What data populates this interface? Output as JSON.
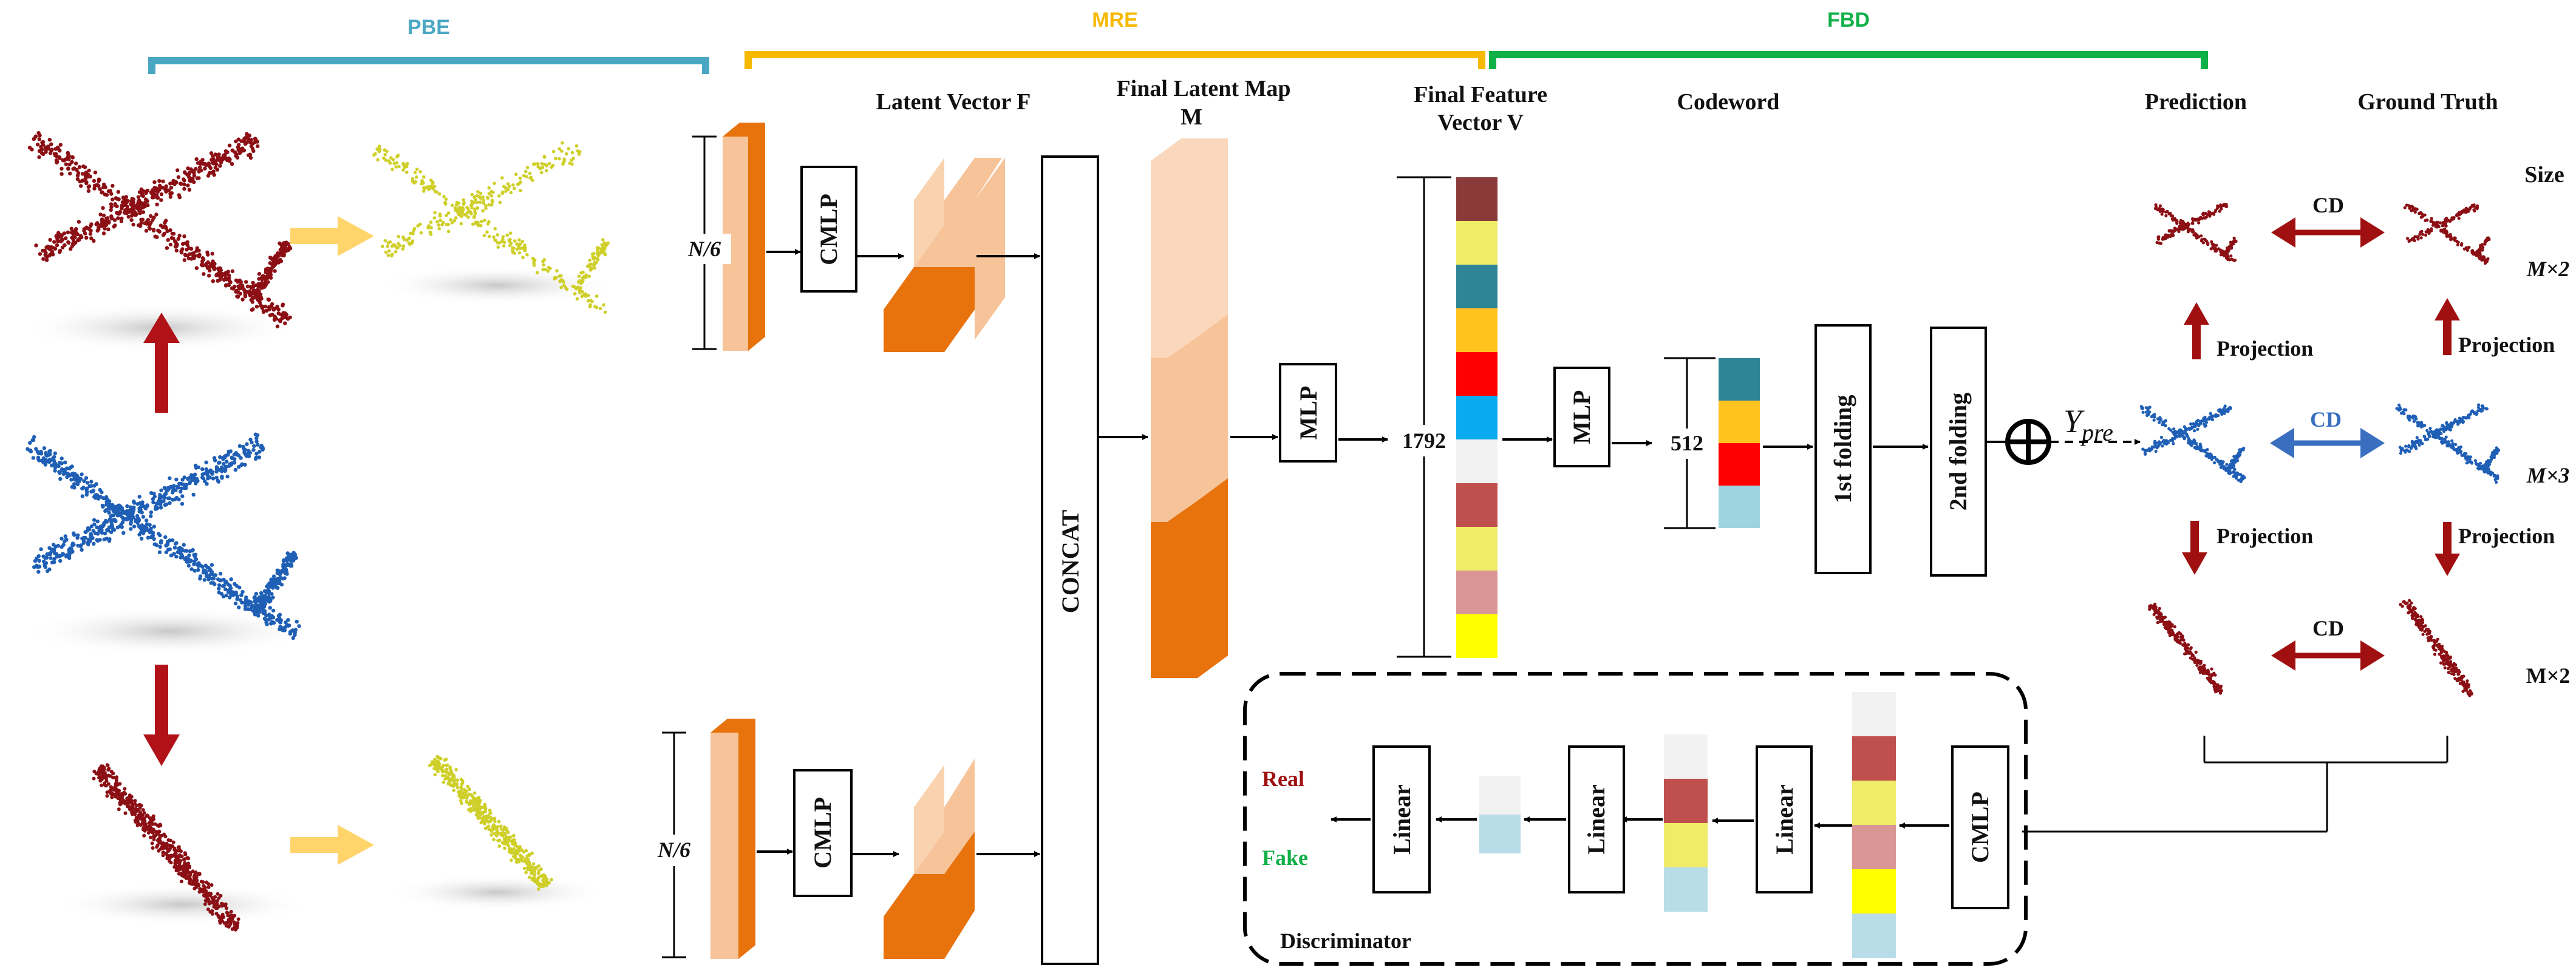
{
  "sections": {
    "pbe": {
      "label": "PBE",
      "color": "#4aa7c4"
    },
    "mre": {
      "label": "MRE",
      "color": "#f6b900"
    },
    "fbd": {
      "label": "FBD",
      "color": "#10b048"
    }
  },
  "headers": {
    "latent_vector": "Latent Vector F",
    "final_latent_map_1": "Final Latent Map",
    "final_latent_map_2": "M",
    "final_feature_1": "Final Feature",
    "final_feature_2": "Vector V",
    "codeword": "Codeword",
    "prediction": "Prediction",
    "ground_truth": "Ground Truth",
    "size": "Size"
  },
  "blocks": {
    "cmlp_top": "CMLP",
    "cmlp_bottom": "CMLP",
    "concat": "CONCAT",
    "mlp1": "MLP",
    "mlp2": "MLP",
    "folding1": "1st folding",
    "folding2": "2nd folding",
    "cmlp_disc": "CMLP",
    "linear1": "Linear",
    "linear2": "Linear",
    "linear3": "Linear"
  },
  "dims": {
    "n6_top": "N/6",
    "n6_bottom": "N/6",
    "d1792": "1792",
    "d512": "512"
  },
  "scale_labels": {
    "top": "M×2",
    "middle": "M×3",
    "bottom": "M×2"
  },
  "y_pre": {
    "base": "Y",
    "sub": "pre"
  },
  "projection_labels": [
    "Projection",
    "Projection",
    "Projection",
    "Projection"
  ],
  "cd_labels": [
    "CD",
    "CD",
    "CD"
  ],
  "discriminator": {
    "title": "Discriminator",
    "real": "Real",
    "fake": "Fake"
  },
  "colors": {
    "dark_red": "#8b0f14",
    "arrow_red": "#b01218",
    "blue": "#1f5fb5",
    "arrow_blue": "#3a6fc0",
    "yellow_green": "#cfcf2a",
    "light_yellow_arrow": "#ffd46b",
    "orange": "#e8720c",
    "light_orange": "#f7c49a",
    "real": "#a01010",
    "fake": "#10b048"
  },
  "feature_vector_colors": [
    "#8b3a3a",
    "#f0ec6a",
    "#2d8596",
    "#ffc21e",
    "#ff0000",
    "#0aaaf0",
    "#f2f2f2",
    "#c0504d",
    "#f0ec6a",
    "#d99694",
    "#ffff00"
  ],
  "codeword_colors": [
    "#2d8596",
    "#ffc21e",
    "#ff0000",
    "#9ed3e0"
  ],
  "disc_stack_large": [
    "#f2f2f2",
    "#c0504d",
    "#f0ec6a",
    "#d99694",
    "#ffff00",
    "#b8dce8"
  ],
  "disc_stack_medium": [
    "#f2f2f2",
    "#c0504d",
    "#f0ec6a",
    "#b8dce8"
  ],
  "disc_stack_small": [
    "#f2f2f2",
    "#b8dce8"
  ]
}
